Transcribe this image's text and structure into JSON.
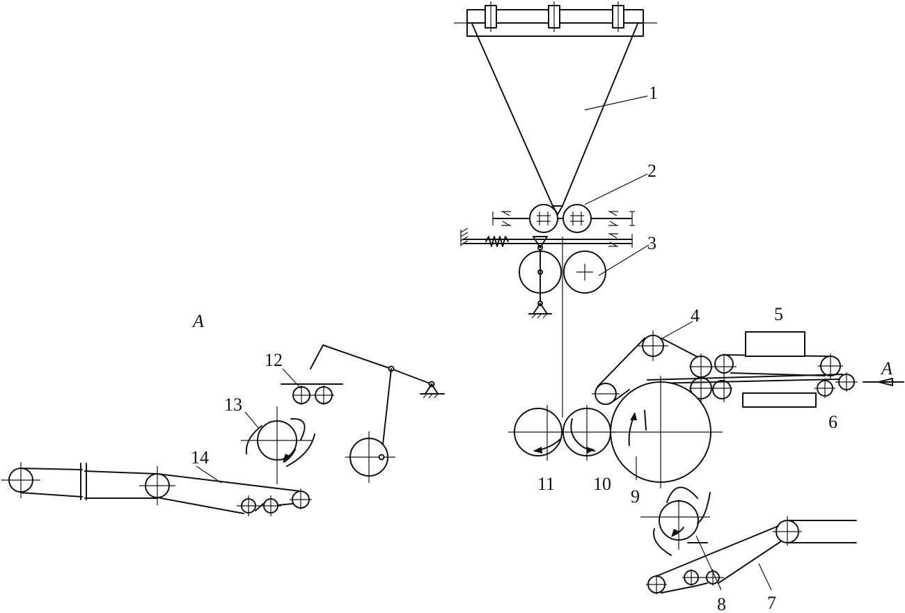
{
  "diagram": {
    "labels": {
      "l1": "1",
      "l2": "2",
      "l3": "3",
      "l4": "4",
      "l5": "5",
      "l6": "6",
      "l7": "7",
      "l8": "8",
      "l9": "9",
      "l10": "10",
      "l11": "11",
      "l12": "12",
      "l13": "13",
      "l14": "14"
    },
    "view_marker": "A",
    "view_label": "A"
  }
}
